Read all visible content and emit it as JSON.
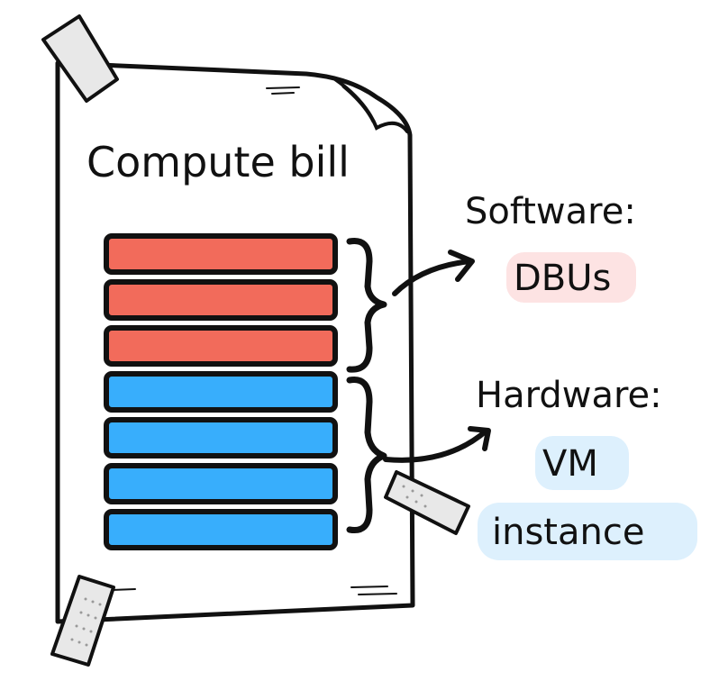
{
  "bill": {
    "title": "Compute bill",
    "software_bars": 3,
    "hardware_bars": 4
  },
  "software": {
    "heading": "Software:",
    "label": "DBUs"
  },
  "hardware": {
    "heading": "Hardware:",
    "label_line1": "VM",
    "label_line2": "instance"
  },
  "colors": {
    "software_bar": "#f26b5b",
    "hardware_bar": "#38aefc",
    "software_highlight": "#fde3e3",
    "hardware_highlight": "#ddf0fd",
    "ink": "#111111",
    "tape": "#e8e8e8"
  }
}
